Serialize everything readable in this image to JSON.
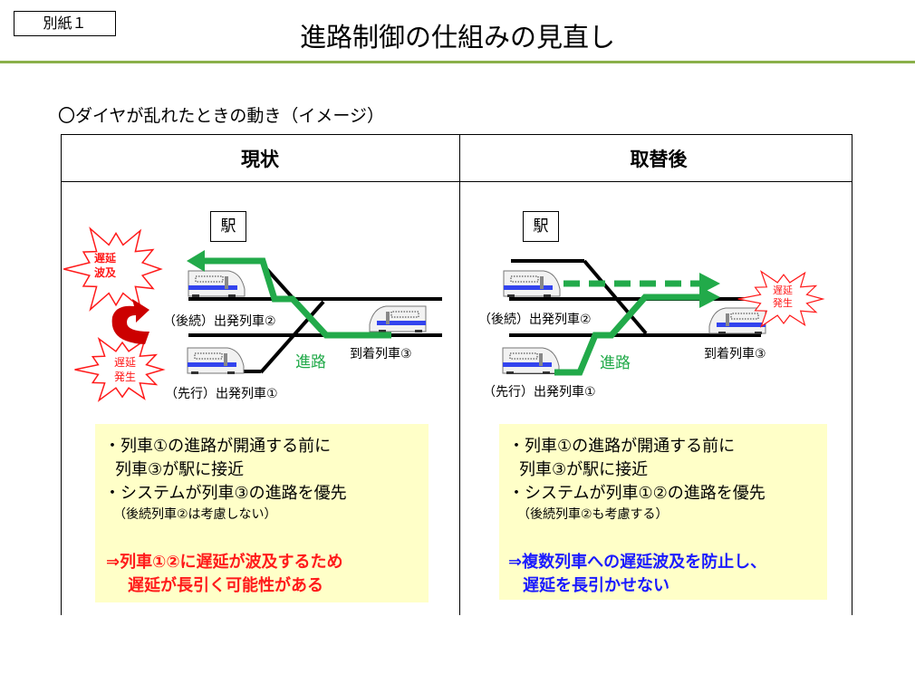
{
  "annex_label": "別紙１",
  "title": "進路制御の仕組みの見直し",
  "subtitle": "〇ダイヤが乱れたときの動き（イメージ）",
  "columns": [
    {
      "header": "現状",
      "station": "駅",
      "train2": "（後続）出発列車②",
      "train1": "（先行）出発列車①",
      "train3": "到着列車③",
      "route": "進路",
      "burst_propagate": [
        "遅延",
        "波及"
      ],
      "burst_occur": [
        "遅延",
        "発生"
      ],
      "notes": [
        "・列車①の進路が開通する前に",
        "列車③が駅に接近",
        "・システムが列車③の進路を優先",
        "（後続列車②は考慮しない）"
      ],
      "conclusion": [
        "⇒列車①②に遅延が波及するため",
        "遅延が長引く可能性がある"
      ]
    },
    {
      "header": "取替後",
      "station": "駅",
      "train2": "（後続）出発列車②",
      "train1": "（先行）出発列車①",
      "train3": "到着列車③",
      "route": "進路",
      "burst_occur": [
        "遅延",
        "発生"
      ],
      "notes": [
        "・列車①の進路が開通する前に",
        "列車③が駅に接近",
        "・システムが列車①②の進路を優先",
        "（後続列車②も考慮する）"
      ],
      "conclusion": [
        "⇒複数列車への遅延波及を防止し、",
        "遅延を長引かせない"
      ]
    }
  ],
  "colors": {
    "route": "#22aa4a",
    "delay": "#ff1a1a",
    "rule": "#8ab04a",
    "note_bg": "#ffffc8",
    "conclusion_left": "#ff1a1a",
    "conclusion_right": "#1a1aff"
  }
}
